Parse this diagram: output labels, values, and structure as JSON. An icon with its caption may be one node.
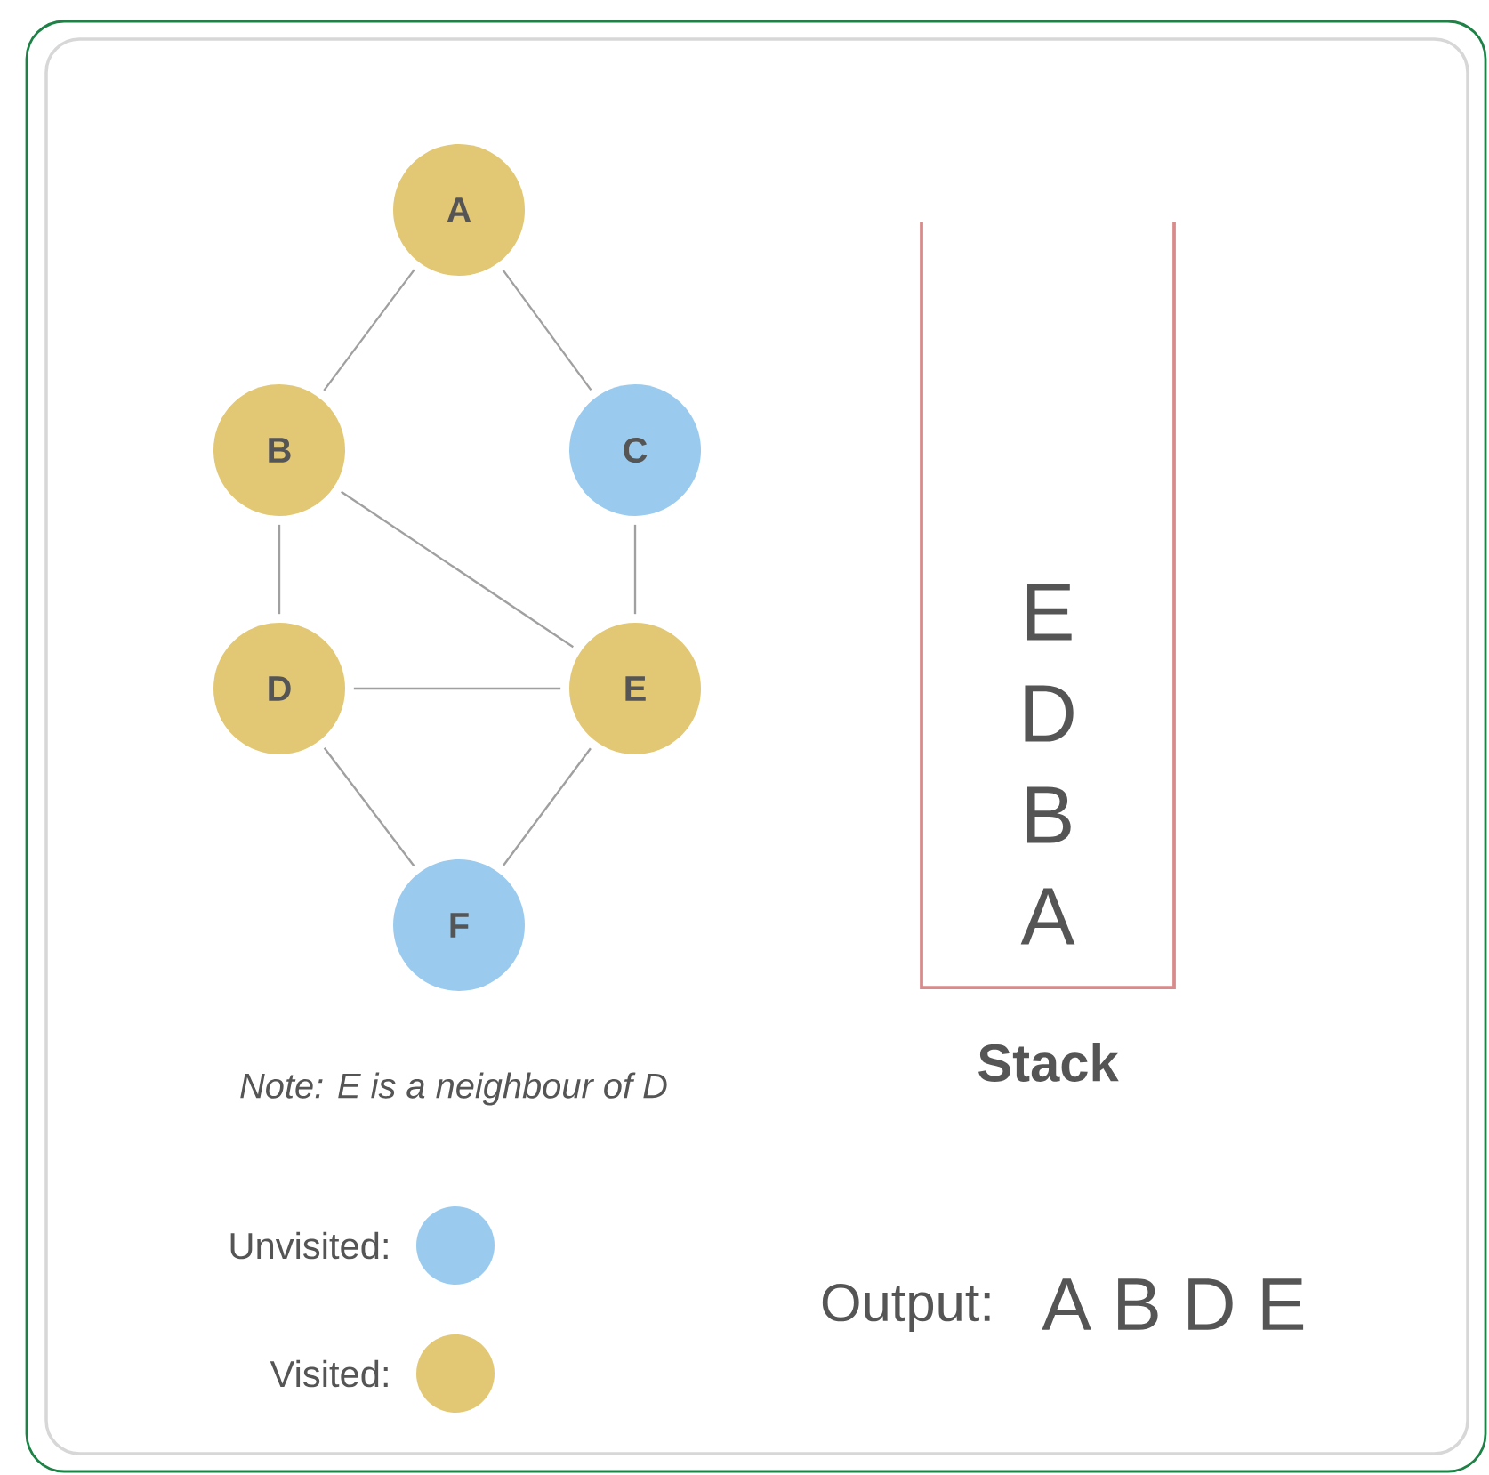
{
  "diagram": {
    "nodes": [
      {
        "text": [
          "A"
        ]
      },
      {
        "text": [
          "B"
        ]
      },
      {
        "text": [
          "C"
        ]
      },
      {
        "text": [
          "D"
        ]
      },
      {
        "text": [
          "E"
        ]
      },
      {
        "text": [
          "F"
        ]
      },
      {
        "text": [
          "E",
          "D",
          "B",
          "A"
        ],
        "beside": [
          "Stack"
        ]
      }
    ],
    "edges": [
      {
        "from": 0,
        "to": 1,
        "arrow": "none"
      },
      {
        "from": 0,
        "to": 2,
        "arrow": "none"
      },
      {
        "from": 1,
        "to": 3,
        "arrow": "none"
      },
      {
        "from": 1,
        "to": 4,
        "arrow": "none"
      },
      {
        "from": 2,
        "to": 4,
        "arrow": "none"
      },
      {
        "from": 3,
        "to": 4,
        "arrow": "none"
      },
      {
        "from": 3,
        "to": 5,
        "arrow": "none"
      },
      {
        "from": 4,
        "to": 5,
        "arrow": "none"
      }
    ],
    "labels": [
      "Note: E is a neighbour of D",
      "Output:",
      "A B D E"
    ],
    "legend": [
      {
        "text": "Unvisited:",
        "color": "#9acbee"
      },
      {
        "text": "Visited:",
        "color": "#e2c774"
      }
    ]
  }
}
